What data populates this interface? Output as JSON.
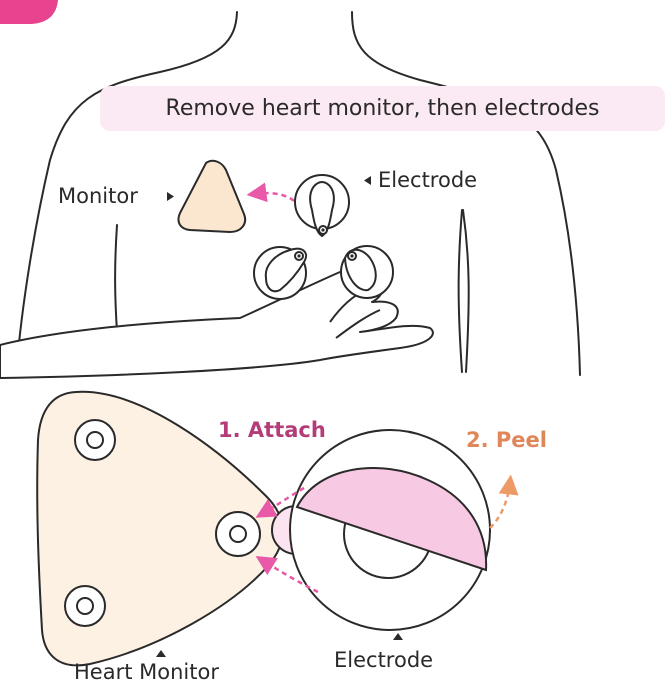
{
  "banner": {
    "text": "Remove heart monitor, then electrodes"
  },
  "top_labels": {
    "monitor": "Monitor",
    "electrode": "Electrode"
  },
  "steps": {
    "attach": "1. Attach",
    "peel": "2. Peel"
  },
  "bottom_labels": {
    "heart_monitor": "Heart Monitor",
    "electrode": "Electrode"
  },
  "colors": {
    "attach": "#b43c78",
    "peel": "#e0875a",
    "monitor_fill": "#fdf1e3",
    "pink_fill": "#f7c9e2",
    "arrow_pink": "#e85aa8",
    "arrow_orange": "#ec9a66"
  }
}
